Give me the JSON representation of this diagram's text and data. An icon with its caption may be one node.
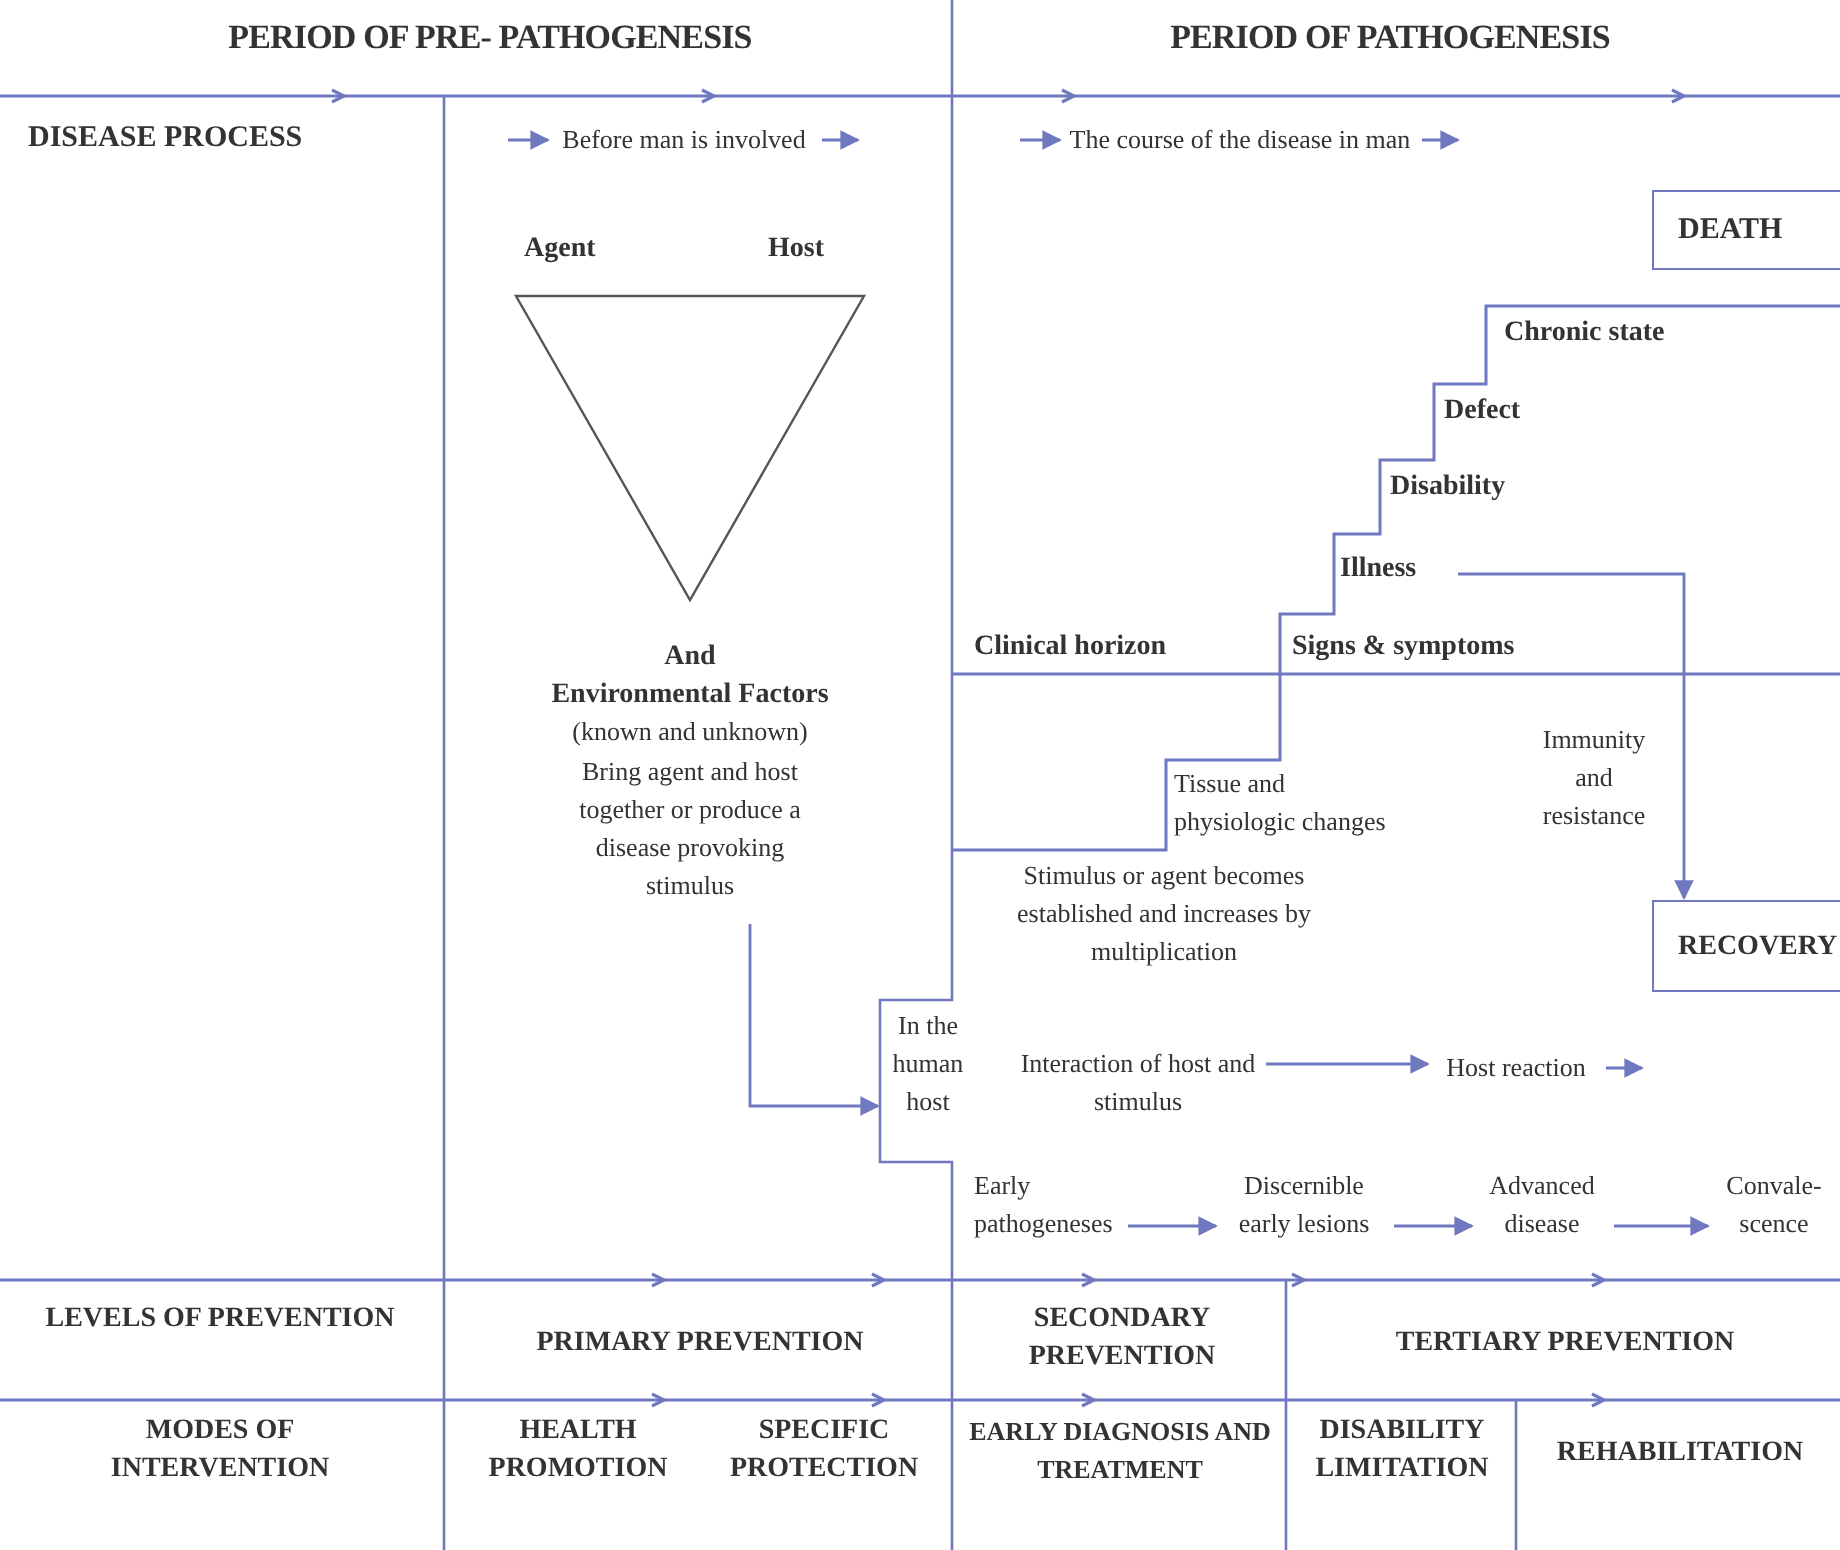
{
  "diagram": {
    "nodes": [
      {
        "text": [
          "DEATH"
        ]
      },
      {
        "text": [
          "RECOVERY"
        ]
      },
      {
        "text": [
          "Illness"
        ]
      },
      {
        "text": [
          "Bring agent and host together or produce a disease provoking stimulus"
        ]
      },
      {
        "text": [
          "In the human host"
        ]
      },
      {
        "text": [
          "Interaction of host and stimulus"
        ]
      },
      {
        "text": [
          "Host reaction"
        ]
      },
      {
        "text": [
          "Early pathogeneses"
        ]
      },
      {
        "text": [
          "Discernible early lesions"
        ]
      },
      {
        "text": [
          "Advanced disease"
        ]
      },
      {
        "text": [
          "Convale- scence"
        ]
      },
      {
        "text": [
          "Before man is involved"
        ]
      },
      {
        "text": [
          "The course of the disease in man"
        ]
      }
    ],
    "edges": [
      {
        "from": 2,
        "to": 1,
        "arrow": "to"
      },
      {
        "from": 3,
        "to": 4,
        "arrow": "to"
      },
      {
        "from": 5,
        "to": 6,
        "arrow": "to"
      },
      {
        "from": 6,
        "to": null,
        "arrow": "to"
      },
      {
        "from": 7,
        "to": 8,
        "arrow": "to"
      },
      {
        "from": 8,
        "to": 9,
        "arrow": "to"
      },
      {
        "from": 9,
        "to": 10,
        "arrow": "to"
      },
      {
        "from": null,
        "to": 11,
        "arrow": "to"
      },
      {
        "from": 11,
        "to": null,
        "arrow": "to"
      },
      {
        "from": null,
        "to": 12,
        "arrow": "to"
      },
      {
        "from": 12,
        "to": null,
        "arrow": "to"
      }
    ],
    "labels": [
      "PERIOD OF PRE- PATHOGENESIS",
      "PERIOD OF PATHOGENESIS",
      "DISEASE PROCESS",
      "Agent",
      "Host",
      "And",
      "Environmental Factors",
      "(known and unknown)",
      "Chronic state",
      "Defect",
      "Disability",
      "Clinical horizon",
      "Signs & symptoms",
      "Tissue and physiologic changes",
      "Immunity and resistance",
      "Stimulus or agent becomes established and increases by multiplication",
      "LEVELS OF PREVENTION",
      "PRIMARY PREVENTION",
      "SECONDARY PREVENTION",
      "TERTIARY PREVENTION",
      "MODES OF INTERVENTION",
      "HEALTH PROMOTION",
      "SPECIFIC PROTECTION",
      "EARLY DIAGNOSIS AND TREATMENT",
      "DISABILITY LIMITATION",
      "REHABILITATION"
    ]
  }
}
